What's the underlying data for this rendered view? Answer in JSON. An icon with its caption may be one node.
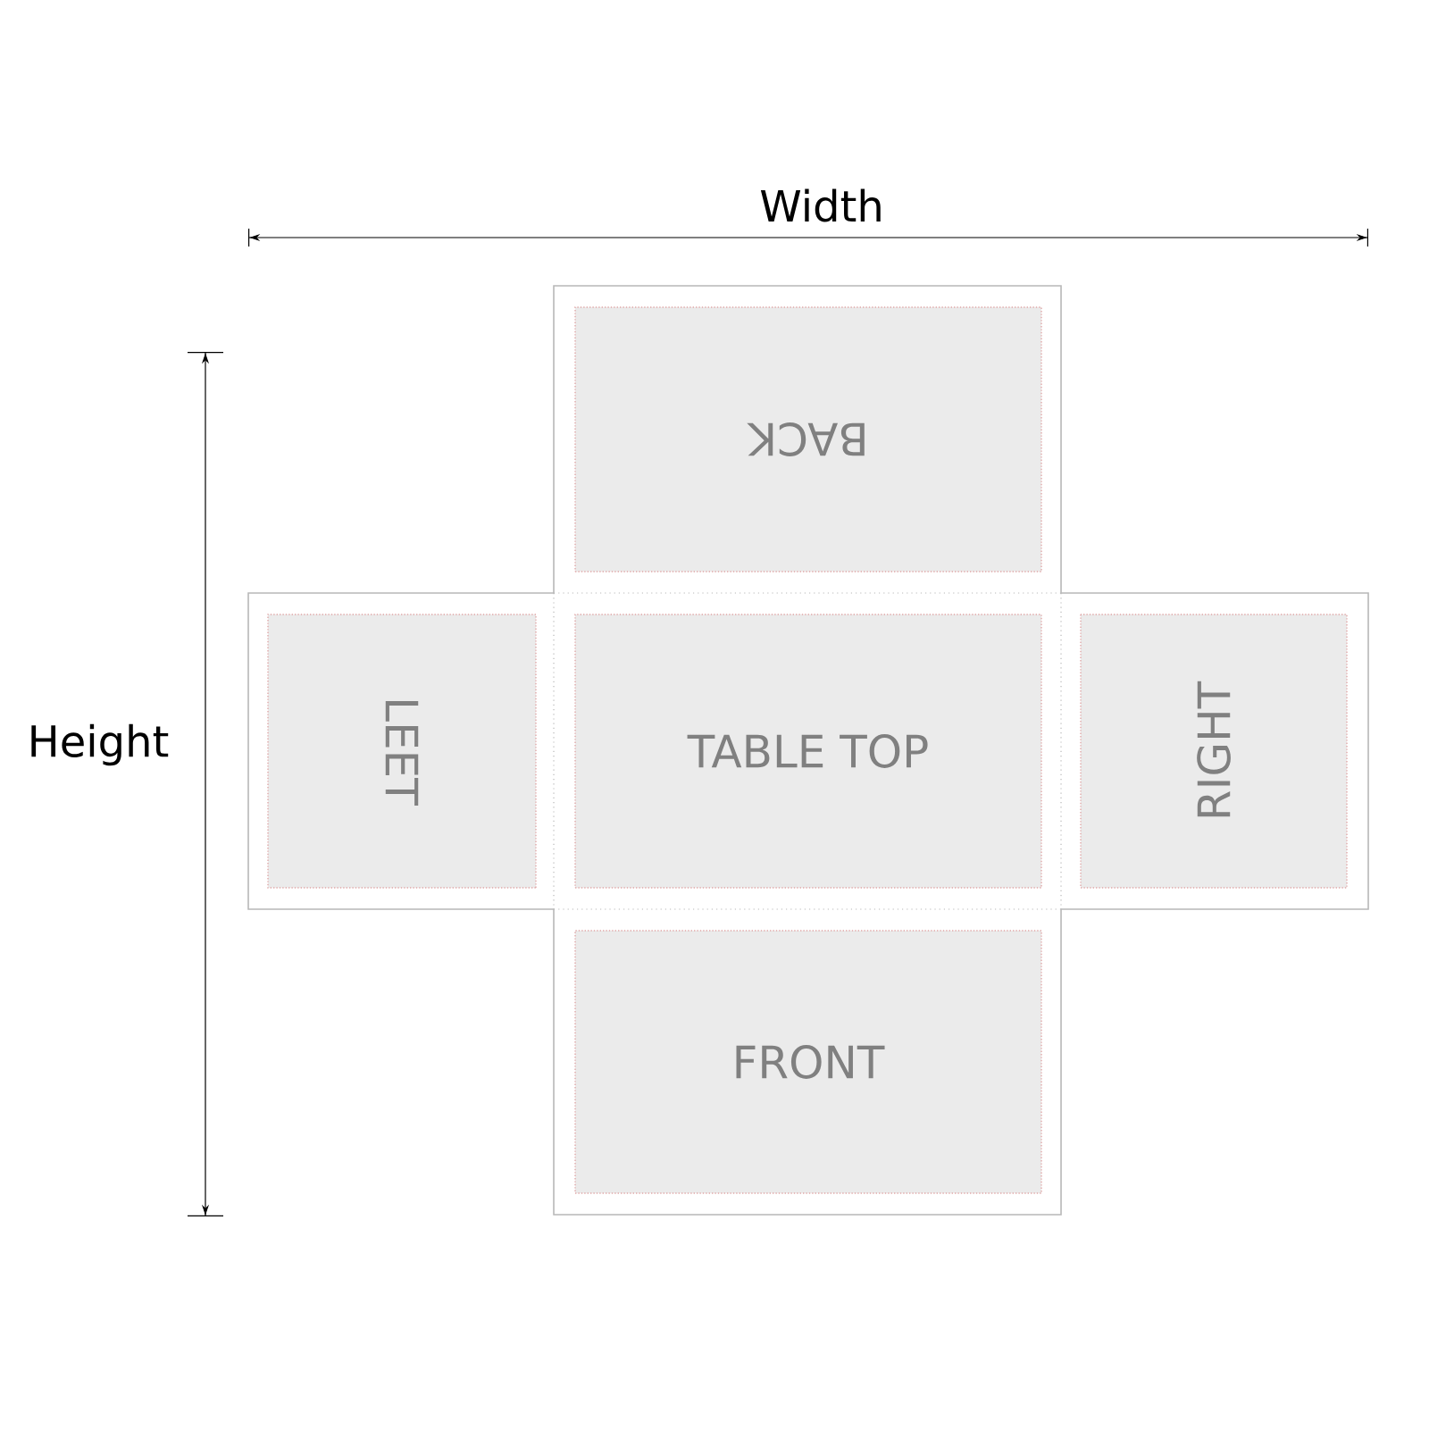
{
  "diagram": {
    "nodes": [
      {
        "text": [
          "BACK"
        ]
      },
      {
        "text": [
          "LEET"
        ]
      },
      {
        "text": [
          "TABLE TOP"
        ]
      },
      {
        "text": [
          "RIGHT"
        ]
      },
      {
        "text": [
          "FRONT"
        ]
      }
    ],
    "labels": [
      "Width",
      "Height"
    ]
  }
}
